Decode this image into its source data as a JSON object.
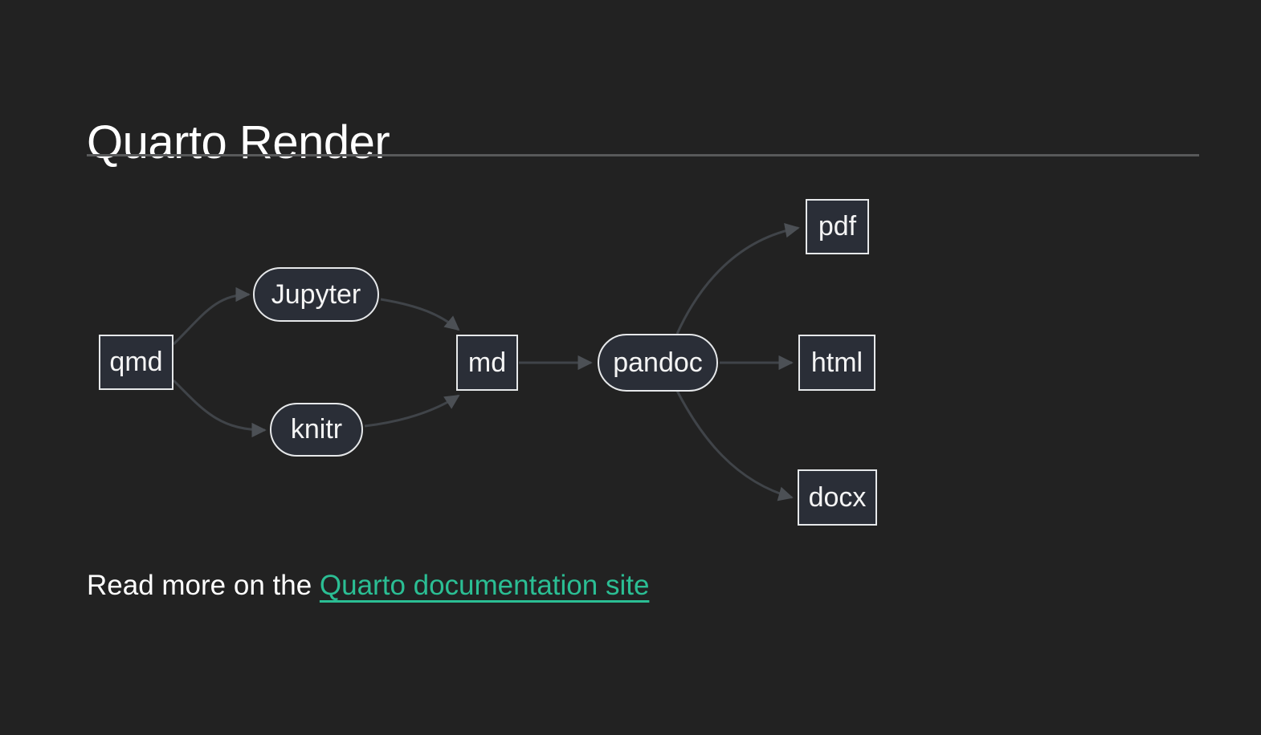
{
  "header": {
    "title": "Quarto Render"
  },
  "diagram": {
    "type": "flowchart",
    "direction": "left-to-right",
    "nodes": [
      {
        "id": "qmd",
        "label": "qmd",
        "shape": "rect"
      },
      {
        "id": "jupyter",
        "label": "Jupyter",
        "shape": "stadium"
      },
      {
        "id": "knitr",
        "label": "knitr",
        "shape": "stadium"
      },
      {
        "id": "md",
        "label": "md",
        "shape": "rect"
      },
      {
        "id": "pandoc",
        "label": "pandoc",
        "shape": "stadium"
      },
      {
        "id": "pdf",
        "label": "pdf",
        "shape": "rect"
      },
      {
        "id": "html",
        "label": "html",
        "shape": "rect"
      },
      {
        "id": "docx",
        "label": "docx",
        "shape": "rect"
      }
    ],
    "edges": [
      {
        "from": "qmd",
        "to": "jupyter"
      },
      {
        "from": "qmd",
        "to": "knitr"
      },
      {
        "from": "jupyter",
        "to": "md"
      },
      {
        "from": "knitr",
        "to": "md"
      },
      {
        "from": "md",
        "to": "pandoc"
      },
      {
        "from": "pandoc",
        "to": "pdf"
      },
      {
        "from": "pandoc",
        "to": "html"
      },
      {
        "from": "pandoc",
        "to": "docx"
      }
    ]
  },
  "footer": {
    "prefix": "Read more on the ",
    "link_text": "Quarto documentation site"
  },
  "colors": {
    "background": "#222222",
    "heading_text": "#ffffff",
    "body_text": "#ffffff",
    "link": "#2bbe94",
    "divider": "#58595a",
    "node_fill": "#2a2e37",
    "node_border": "#e6e8ea",
    "node_text": "#f4f4f4",
    "edge": "#404449",
    "arrowhead": "#4c5055"
  }
}
